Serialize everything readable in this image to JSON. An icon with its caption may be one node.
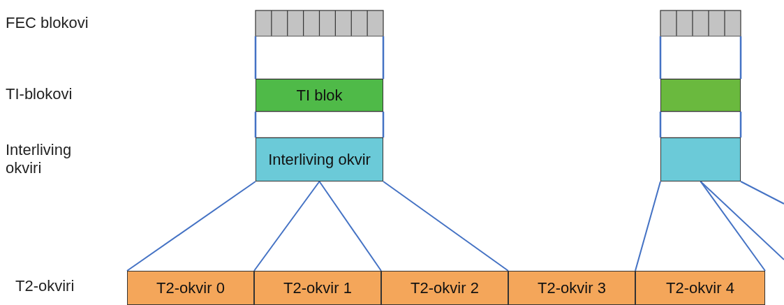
{
  "diagram": {
    "nodes": [
      {
        "text": [
          "TI blok"
        ]
      },
      {
        "text": [
          "Interliving okvir"
        ]
      },
      {
        "text": [
          "T2-okvir 0"
        ]
      },
      {
        "text": [
          "T2-okvir 1"
        ]
      },
      {
        "text": [
          "T2-okvir 2"
        ]
      },
      {
        "text": [
          "T2-okvir 3"
        ]
      },
      {
        "text": [
          "T2-okvir 4"
        ]
      },
      {
        "text": [],
        "shape": "box"
      },
      {
        "text": [],
        "shape": "box"
      }
    ],
    "edges": [
      {
        "from": 1,
        "to": 2,
        "arrow": "none"
      },
      {
        "from": 1,
        "to": 3,
        "arrow": "none"
      },
      {
        "from": 1,
        "to": 3,
        "arrow": "none"
      },
      {
        "from": 1,
        "to": 4,
        "arrow": "none"
      },
      {
        "from": 8,
        "to": 6,
        "arrow": "none"
      },
      {
        "from": 8,
        "to": 6,
        "arrow": "none"
      },
      {
        "from": 8,
        "to": null,
        "arrow": "none"
      },
      {
        "from": 8,
        "to": null,
        "arrow": "none"
      }
    ],
    "labels": [
      "FEC blokovi",
      "TI-blokovi",
      "Interliving okviri",
      "T2-okviri"
    ]
  }
}
